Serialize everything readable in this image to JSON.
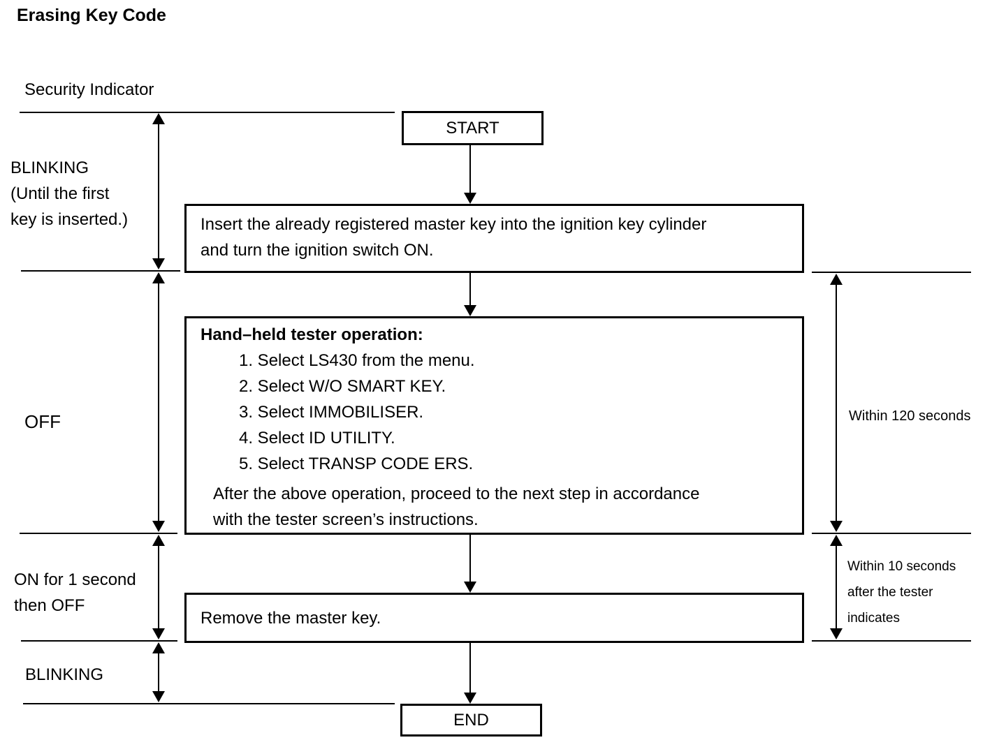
{
  "title": "Erasing Key Code",
  "left_labels": {
    "security_indicator": "Security Indicator",
    "state_blinking_first": "BLINKING\n(Until the first\nkey is inserted.)",
    "state_off": "OFF",
    "state_on_off": "ON for 1 second\nthen OFF",
    "state_blinking": "BLINKING"
  },
  "right_labels": {
    "within_120": "Within 120 seconds",
    "within_10": "Within 10 seconds\nafter the tester\nindicates"
  },
  "flow": {
    "start_label": "START",
    "step_insert": "Insert the already registered master key into the ignition key cylinder\nand turn the ignition switch ON.",
    "tester": {
      "heading": "Hand–held tester operation:",
      "items": [
        "1. Select LS430 from the menu.",
        "2. Select W/O SMART KEY.",
        "3. Select IMMOBILISER.",
        "4. Select ID UTILITY.",
        "5. Select TRANSP CODE ERS."
      ],
      "note": "After the above operation, proceed to the next step in accordance\nwith the tester screen’s instructions."
    },
    "step_remove": "Remove the master key.",
    "end_label": "END"
  },
  "colors": {
    "ink": "#000000",
    "background": "#ffffff"
  }
}
